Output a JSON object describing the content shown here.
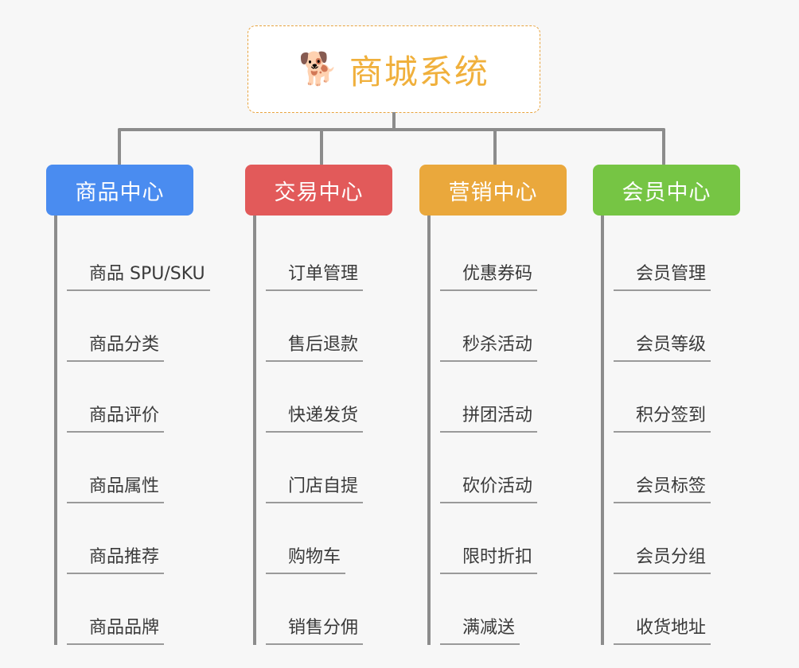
{
  "page": {
    "background_color": "#f7f7f7",
    "connector_color": "#8c8c8c",
    "leaf_text_color": "#3a3a3a",
    "leaf_underline_color": "#9a9a9a"
  },
  "root": {
    "icon": "shiba-dog-emoji",
    "emoji": "🐕",
    "title": "商城系统",
    "text_color": "#f0b03c",
    "border_color": "#e8a33d",
    "background_color": "#ffffff"
  },
  "branches": [
    {
      "label": "商品中心",
      "color": "#4a8cf0",
      "items": [
        "商品 SPU/SKU",
        "商品分类",
        "商品评价",
        "商品属性",
        "商品推荐",
        "商品品牌"
      ]
    },
    {
      "label": "交易中心",
      "color": "#e25a5a",
      "items": [
        "订单管理",
        "售后退款",
        "快递发货",
        "门店自提",
        "购物车",
        "销售分佣"
      ]
    },
    {
      "label": "营销中心",
      "color": "#eaa83c",
      "items": [
        "优惠券码",
        "秒杀活动",
        "拼团活动",
        "砍价活动",
        "限时折扣",
        "满减送"
      ]
    },
    {
      "label": "会员中心",
      "color": "#76c544",
      "items": [
        "会员管理",
        "会员等级",
        "积分签到",
        "会员标签",
        "会员分组",
        "收货地址"
      ]
    }
  ]
}
